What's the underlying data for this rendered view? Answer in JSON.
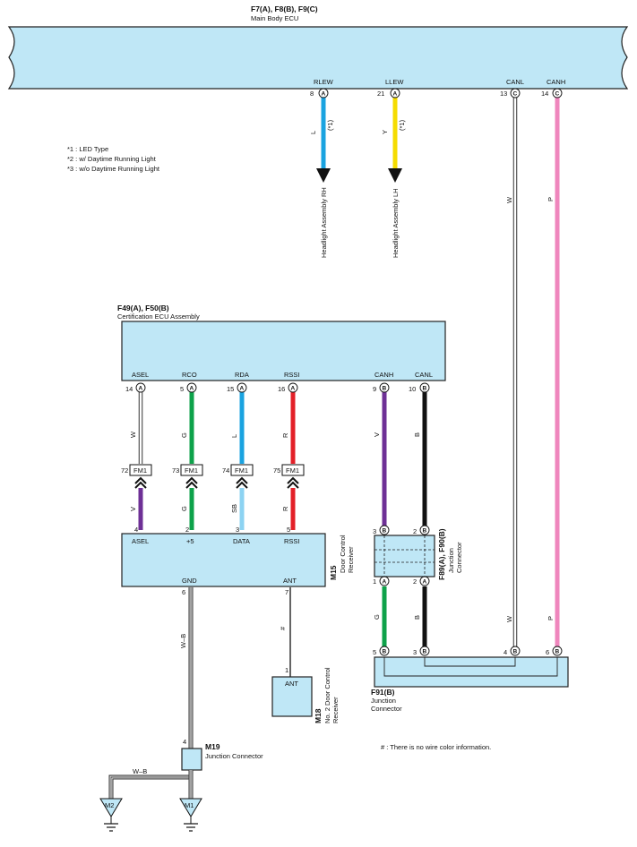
{
  "main_body_ecu": {
    "title": "F7(A), F8(B), F9(C)",
    "name": "Main Body ECU"
  },
  "top_pins": [
    {
      "num": "8",
      "conn": "A",
      "signal": "RLEW",
      "color": "L",
      "note": "(*1)",
      "dest": "Headlight Assembly RH",
      "hex": "#1aa3e0"
    },
    {
      "num": "21",
      "conn": "A",
      "signal": "LLEW",
      "color": "Y",
      "note": "(*1)",
      "dest": "Headlight Assembly LH",
      "hex": "#f5dc00"
    },
    {
      "num": "13",
      "conn": "C",
      "signal": "CANL",
      "color": "W",
      "hex": "#ffffff"
    },
    {
      "num": "14",
      "conn": "C",
      "signal": "CANH",
      "color": "P",
      "hex": "#ef86bd"
    }
  ],
  "notes": [
    "*1 : LED Type",
    "*2 : w/ Daytime Running Light",
    "*3 : w/o Daytime Running Light"
  ],
  "cert_ecu": {
    "title": "F49(A), F50(B)",
    "name": "Certification ECU Assembly"
  },
  "cert_pins": [
    {
      "num": "14",
      "conn": "A",
      "signal": "ASEL",
      "color_top": "W",
      "fm": "72",
      "color_bot": "V",
      "recv_num": "4",
      "recv_sig": "ASEL"
    },
    {
      "num": "5",
      "conn": "A",
      "signal": "RCO",
      "color_top": "G",
      "fm": "73",
      "color_bot": "G",
      "recv_num": "2",
      "recv_sig": "+5"
    },
    {
      "num": "15",
      "conn": "A",
      "signal": "RDA",
      "color_top": "L",
      "fm": "74",
      "color_bot": "SB",
      "recv_num": "3",
      "recv_sig": "DATA"
    },
    {
      "num": "16",
      "conn": "A",
      "signal": "RSSI",
      "color_top": "R",
      "fm": "75",
      "color_bot": "R",
      "recv_num": "5",
      "recv_sig": "RSSI"
    },
    {
      "num": "9",
      "conn": "B",
      "signal": "CANH",
      "color_top": "V"
    },
    {
      "num": "10",
      "conn": "B",
      "signal": "CANL",
      "color_top": "B"
    }
  ],
  "fm_label": "FM1",
  "door_receiver": {
    "title": "M15",
    "name_1": "Door Control",
    "name_2": "Receiver",
    "gnd": "GND",
    "ant": "ANT",
    "gnd_pin": "6",
    "ant_pin": "7",
    "gnd_color": "W–B",
    "ant_color": "#"
  },
  "junction_f89": {
    "title": "F89(A), F90(B)",
    "name_1": "Junction",
    "name_2": "Connector",
    "top_left": {
      "num": "3",
      "conn": "B"
    },
    "top_right": {
      "num": "2",
      "conn": "B"
    },
    "bot_left": {
      "num": "1",
      "conn": "A"
    },
    "bot_right": {
      "num": "2",
      "conn": "A"
    },
    "color_left": "G",
    "color_right": "B"
  },
  "junction_f91": {
    "title": "F91(B)",
    "name_1": "Junction",
    "name_2": "Connector",
    "pins": [
      {
        "num": "5",
        "conn": "B"
      },
      {
        "num": "3",
        "conn": "B"
      },
      {
        "num": "4",
        "conn": "B"
      },
      {
        "num": "6",
        "conn": "B"
      }
    ]
  },
  "receiver_2": {
    "title": "M18",
    "name_1": "No. 2 Door Control",
    "name_2": "Receiver",
    "ant": "ANT",
    "pin": "1"
  },
  "junction_m19": {
    "title": "M19",
    "name": "Junction Connector",
    "pin": "4"
  },
  "ground_color": "W–B",
  "grounds": [
    "M2",
    "M1"
  ],
  "footnote": "# : There is no wire color information."
}
